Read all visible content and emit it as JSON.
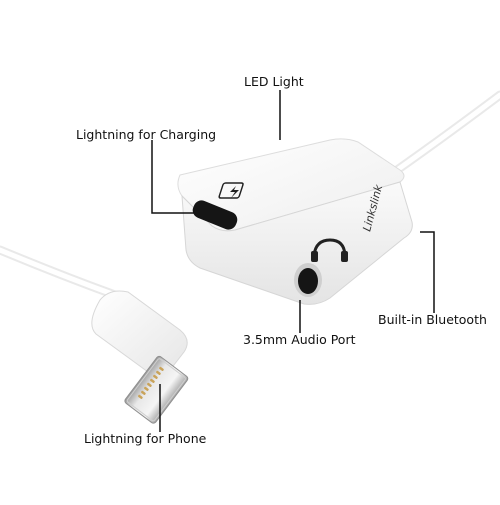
{
  "labels": {
    "led_light": "LED Light",
    "lightning_charging": "Lightning for Charging",
    "bluetooth": "Built-in Bluetooth",
    "audio_port": "3.5mm Audio Port",
    "lightning_phone": "Lightning for Phone"
  },
  "branding": {
    "logo_text": "Linkslink"
  },
  "icons": {
    "charging": "lightning-bolt-icon",
    "audio": "headphones-icon"
  },
  "colors": {
    "background": "#ffffff",
    "device": "#f7f7f7",
    "callout_line": "#111111",
    "port": "#151515",
    "connector_pins": "#c9a35a"
  }
}
